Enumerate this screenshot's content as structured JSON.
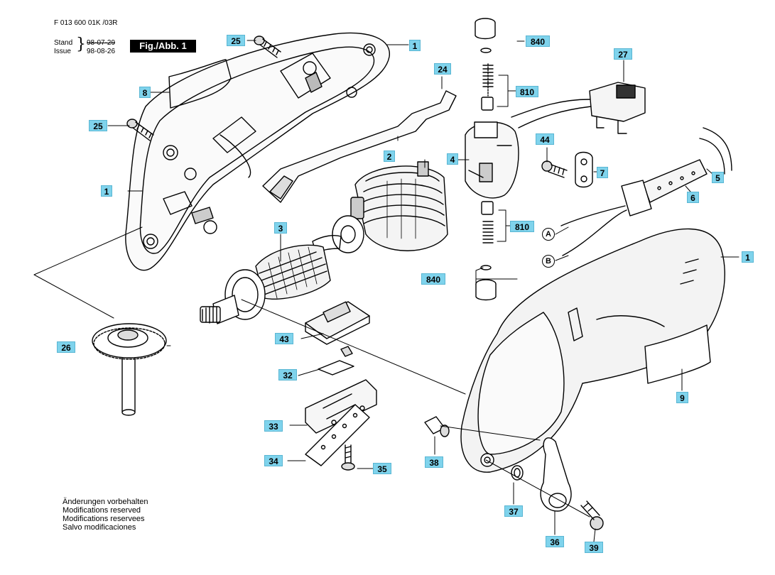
{
  "header": {
    "doc_number": "F 013 600 01K /03R",
    "stand_label": "Stand",
    "stand_date": "98-07-29",
    "issue_label": "Issue",
    "issue_date": "98-08-26",
    "figure_title": "Fig./Abb. 1"
  },
  "part_labels": {
    "p1_top": "1",
    "p1_left": "1",
    "p1_right": "1",
    "p2": "2",
    "p3": "3",
    "p4": "4",
    "p5": "5",
    "p6": "6",
    "p7": "7",
    "p8": "8",
    "p9": "9",
    "p24": "24",
    "p25_top": "25",
    "p25_left": "25",
    "p26": "26",
    "p27": "27",
    "p32": "32",
    "p33": "33",
    "p34": "34",
    "p35": "35",
    "p36": "36",
    "p37": "37",
    "p38": "38",
    "p39": "39",
    "p43": "43",
    "p44": "44",
    "p810_top": "810",
    "p810_mid": "810",
    "p840_top": "840",
    "p840_bot": "840"
  },
  "connectors": {
    "a": "A",
    "b": "B"
  },
  "footer": {
    "lines": [
      "Änderungen vorbehalten",
      "Modifications reserved",
      "Modifications reservees",
      "Salvo modificaciones"
    ]
  }
}
